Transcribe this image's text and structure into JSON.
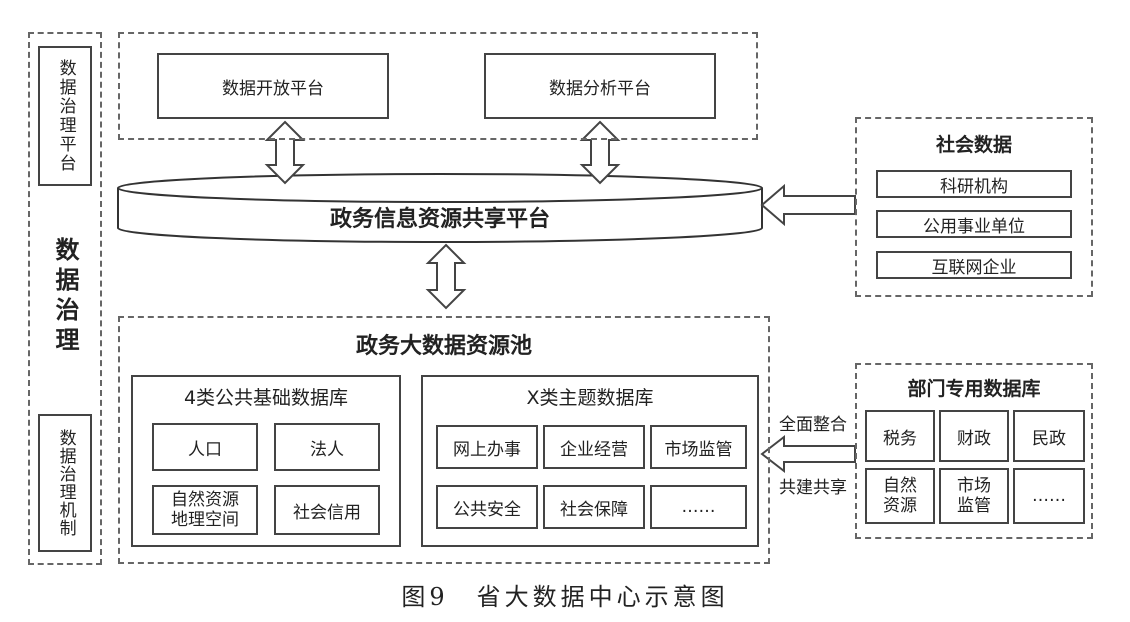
{
  "governance": {
    "label": "数据治理",
    "platform": "数据治理平台",
    "mechanism": "数据治理机制"
  },
  "top_platforms": [
    "数据开放平台",
    "数据分析平台"
  ],
  "sharing_platform": "政务信息资源共享平台",
  "social_data": {
    "title": "社会数据",
    "items": [
      "科研机构",
      "公用事业单位",
      "互联网企业"
    ]
  },
  "resource_pool": {
    "title": "政务大数据资源池",
    "basic": {
      "title": "4类公共基础数据库",
      "items": [
        "人口",
        "法人",
        "自然资源地理空间",
        "社会信用"
      ]
    },
    "topic": {
      "title": "X类主题数据库",
      "items": [
        "网上办事",
        "企业经营",
        "市场监管",
        "公共安全",
        "社会保障",
        "……"
      ]
    }
  },
  "dept_db": {
    "title": "部门专用数据库",
    "items": [
      "税务",
      "财政",
      "民政",
      "自然资源",
      "市场监管",
      "……"
    ]
  },
  "arrow_labels": {
    "integrate": "全面整合",
    "share": "共建共享"
  },
  "caption": "图9　省大数据中心示意图"
}
